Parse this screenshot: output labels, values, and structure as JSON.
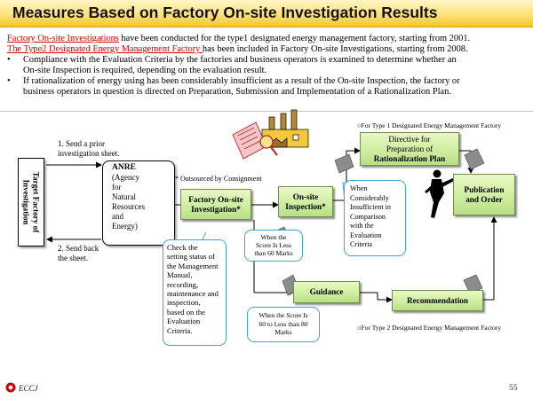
{
  "title": "Measures Based on Factory On-site Investigation Results",
  "intro": {
    "line1_link": "Factory On-site Investigations",
    "line1_rest": " have been conducted for the type1 designated energy management factory, starting from 2001.",
    "line2_link": "The Type2 Designated Energy Management Factory ",
    "line2_rest": "has been included in Factory On-site Investigations, starting from 2008.",
    "bullets": [
      {
        "mark": "•",
        "line_a": "Compliance with the Evaluation Criteria by the factories and business operators is examined to determine whether an",
        "line_b": "On-site Inspection is required, depending on the evaluation result."
      },
      {
        "mark": "•",
        "line_a": "If rationalization of energy using has been considerably insufficient as a result of the On-site Inspection, the factory or",
        "line_b": "business operators in question is directed on Preparation, Submission and Implementation of a Rationalization Plan."
      }
    ]
  },
  "diagram": {
    "note_type1": "○For Type 1 Designated Energy Management Factory",
    "note_type2": "○For Type 2 Designated Energy Management Factory",
    "step1": [
      "1. Send a prior",
      "investigation sheet."
    ],
    "step2": [
      "2. Send back",
      "the sheet."
    ],
    "target_box": "Target Factory of Investigation",
    "anre": {
      "title": "ANRE",
      "lines": [
        "(Agency",
        "for",
        "Natural",
        "Resources",
        "and",
        "Energy)"
      ]
    },
    "outsourced": "* Outsourced by Consignment",
    "investigation": [
      "Factory On-site",
      "Investigation*"
    ],
    "inspection": [
      "On-site",
      "Inspection*"
    ],
    "directive": [
      "Directive for",
      "Preparation of",
      "Rationalization Plan"
    ],
    "publication": [
      "Publication",
      "and Order"
    ],
    "guidance": "Guidance",
    "recommendation": "Recommendation",
    "check_callout": [
      "Check the",
      "setting status of",
      "the Management",
      "Manual,",
      "recording,",
      "maintenance and",
      "inspection,",
      "based on the",
      "Evaluation",
      "Criteria."
    ],
    "score_less_60": [
      "When the",
      "Score Is Less",
      "than 60 Marks"
    ],
    "score_60_80": [
      "When the Score Is",
      "60 to Less than 80",
      "Marks"
    ],
    "considerably": [
      "When",
      "Considerably",
      "Insufficient in",
      "Comparison",
      "with the",
      "Evaluation",
      "Criteria"
    ]
  },
  "footer": {
    "org": "ECCJ",
    "page": "55"
  },
  "colors": {
    "title_gradient": [
      "#fff6c8",
      "#f4c430"
    ],
    "link_red": "#e00000",
    "green_box": "#cfeea0",
    "callout_border": "#3aa5d8",
    "logo_red": "#d40000"
  }
}
